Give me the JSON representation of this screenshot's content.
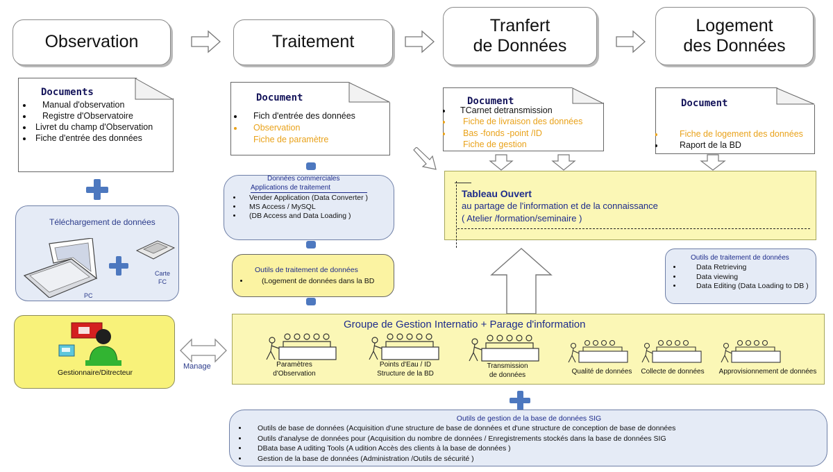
{
  "stages": [
    {
      "label": "Observation"
    },
    {
      "label": "Traitement"
    },
    {
      "label": "Tranfert\nde Données"
    },
    {
      "label": "Logement\ndes Données"
    }
  ],
  "docs": {
    "obs": {
      "title": "Documents",
      "items": [
        "Manual d'observation",
        "Registre d'Observatoire",
        "Livret du champ d'Observation",
        "Fiche d'entrée des données"
      ]
    },
    "trait": {
      "title": "Document",
      "items": [
        "Fich d'entrée des données",
        "Observation",
        "Fiche de paramètre"
      ]
    },
    "transfer": {
      "title": "Document",
      "items": [
        "TCarnet detransmission",
        "Fiche de livraison des données",
        "Bas -fonds -point /ID",
        "Fiche de gestion"
      ]
    },
    "logement": {
      "title": "Document",
      "items": [
        "Fiche de logement des données",
        "Raport de la BD"
      ]
    }
  },
  "download": {
    "title": "Téléchargement de données",
    "pc_label": "PC",
    "card_label": "Carte\nFC"
  },
  "commercial": {
    "title": "Données commerciales",
    "subtitle": "Applications de traitement",
    "items": [
      "Vender Application (Data Converter )",
      "MS Access / MySQL",
      "(DB Access and Data Loading )"
    ]
  },
  "tools_storage": {
    "title": "Outils de traitement de données",
    "items": [
      "(Logement de données dans la BD"
    ]
  },
  "tableau": {
    "title": "Tableau Ouvert",
    "line1": "au partage de l'information et de la connaissance",
    "line2": "( Atelier /formation/seminaire )"
  },
  "tools_right": {
    "title": "Outils de traitement de données",
    "items": [
      "Data Retrieving",
      "Data viewing",
      "Data Editing (Data Loading to DB )"
    ]
  },
  "manager": {
    "label": "Gestionnaire/Ditrecteur",
    "arrow_label": "Manage"
  },
  "group": {
    "title": "Groupe de Gestion Internatio + Parage d'information",
    "items": [
      {
        "label": "Paramètres\nd'Observation"
      },
      {
        "label": "Points d'Eau / ID\nStructure de la BD"
      },
      {
        "label": "Transmission\nde données"
      },
      {
        "label": "Qualité de données"
      },
      {
        "label": "Collecte de données"
      },
      {
        "label": "Approvisionnement de données"
      }
    ]
  },
  "gis": {
    "title": "Outils de gestion de la base de données SIG",
    "items": [
      "Outils de base de données (Acquisition d'une structure de base de données et d'une structure de conception de base de données",
      "Outils d'analyse de données pour (Acquisition du nombre de données / Enregistrements stockés dans la base de données SIG",
      "DBata base A uditing Tools (A udition Accès des clients à la base de données )",
      "Gestion de la base de données (Administration /Outils de sécurité )"
    ]
  }
}
